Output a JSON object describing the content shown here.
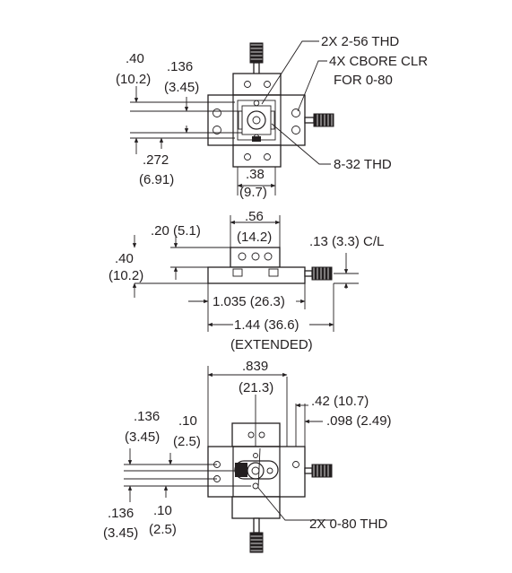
{
  "top_view": {
    "callouts": {
      "thread_2x": "2X 2-56 THD",
      "cbore_line1": "4X CBORE CLR",
      "cbore_line2": "FOR 0-80",
      "thread_8_32": "8-32 THD"
    },
    "dims": {
      "d040_in": ".40",
      "d040_mm": "(10.2)",
      "d136_in": ".136",
      "d136_mm": "(3.45)",
      "d272_in": ".272",
      "d272_mm": "(6.91)",
      "d038_in": ".38",
      "d038_mm": "(9.7)"
    }
  },
  "side_view": {
    "dims": {
      "d056_in": ".56",
      "d056_mm": "(14.2)",
      "d020": ".20 (5.1)",
      "d013": ".13 (3.3) C/L",
      "d040_in": ".40",
      "d040_mm": "(10.2)",
      "d1035": "1.035 (26.3)",
      "d144": "1.44 (36.6)",
      "extended": "(EXTENDED)"
    }
  },
  "bottom_view": {
    "callouts": {
      "thread_0_80": "2X 0-80 THD"
    },
    "dims": {
      "d839_in": ".839",
      "d839_mm": "(21.3)",
      "d042": ".42 (10.7)",
      "d098": ".098 (2.49)",
      "d136_in": ".136",
      "d136_mm": "(3.45)",
      "d010_in": ".10",
      "d010_mm": "(2.5)",
      "d136b_in": ".136",
      "d136b_mm": "(3.45)",
      "d010b_in": ".10",
      "d010b_mm": "(2.5)"
    }
  }
}
